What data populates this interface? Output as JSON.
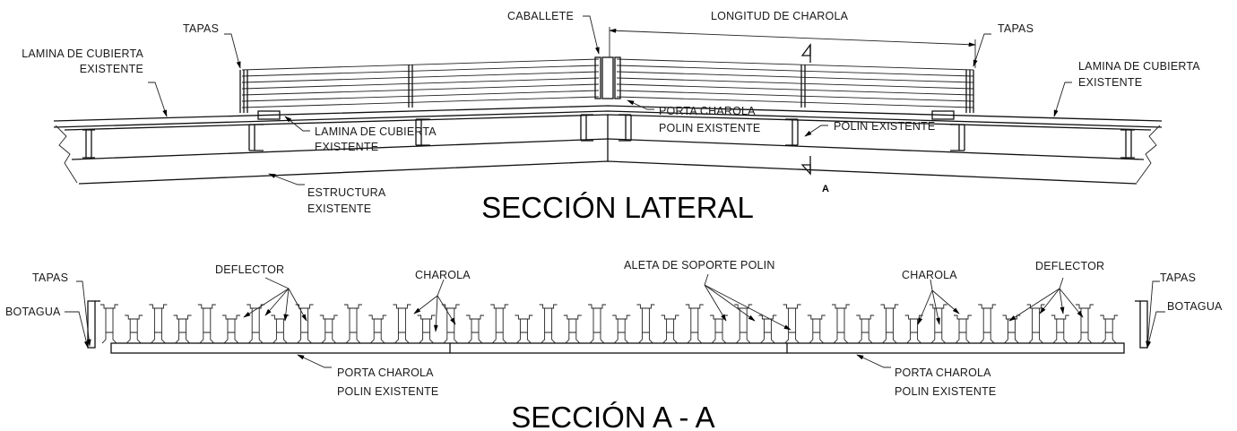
{
  "lateral": {
    "title": "SECCIÓN LATERAL",
    "labels": {
      "tapas_left": "TAPAS",
      "lamina_left": [
        "LAMINA DE CUBIERTA",
        "EXISTENTE"
      ],
      "caballete": "CABALLETE",
      "longitud": "LONGITUD DE CHAROLA",
      "tapas_right": "TAPAS",
      "lamina_right": [
        "LAMINA DE CUBIERTA",
        "EXISTENTE"
      ],
      "lamina_mid": [
        "LAMINA DE CUBIERTA",
        "EXISTENTE"
      ],
      "porta_charola": "PORTA CHAROLA",
      "polin_existente_center": "POLIN EXISTENTE",
      "polin_existente_right": "POLIN EXISTENTE",
      "estructura": [
        "ESTRUCTURA",
        "EXISTENTE"
      ],
      "section_mark": "A"
    }
  },
  "section_aa": {
    "title": "SECCIÓN A - A",
    "labels": {
      "tapas_left": "TAPAS",
      "botagua_left": "BOTAGUA",
      "deflector_left": "DEFLECTOR",
      "charola_left": "CHAROLA",
      "aleta": "ALETA DE SOPORTE  POLIN",
      "charola_right": "CHAROLA",
      "deflector_right": "DEFLECTOR",
      "tapas_right": "TAPAS",
      "botagua_right": "BOTAGUA",
      "porta_left": [
        "PORTA CHAROLA",
        "POLIN EXISTENTE"
      ],
      "porta_right": [
        "PORTA CHAROLA",
        "POLIN EXISTENTE"
      ]
    }
  }
}
